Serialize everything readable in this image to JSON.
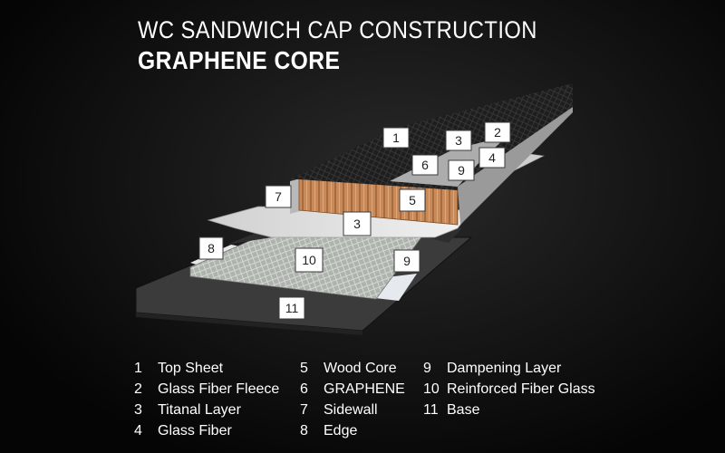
{
  "title": "WC SANDWICH CAP CONSTRUCTION",
  "subtitle": "GRAPHENE CORE",
  "callouts": [
    {
      "num": "1"
    },
    {
      "num": "2"
    },
    {
      "num": "3"
    },
    {
      "num": "4"
    },
    {
      "num": "5"
    },
    {
      "num": "6"
    },
    {
      "num": "7"
    },
    {
      "num": "8"
    },
    {
      "num": "9"
    },
    {
      "num": "10"
    },
    {
      "num": "11"
    },
    {
      "num": "3"
    },
    {
      "num": "9"
    }
  ],
  "legend": [
    [
      {
        "num": "1",
        "label": "Top Sheet"
      },
      {
        "num": "2",
        "label": "Glass Fiber Fleece"
      },
      {
        "num": "3",
        "label": "Titanal Layer"
      },
      {
        "num": "4",
        "label": "Glass Fiber"
      }
    ],
    [
      {
        "num": "5",
        "label": "Wood Core"
      },
      {
        "num": "6",
        "label": "GRAPHENE"
      },
      {
        "num": "7",
        "label": "Sidewall"
      },
      {
        "num": "8",
        "label": "Edge"
      }
    ],
    [
      {
        "num": "9",
        "label": "Dampening Layer"
      },
      {
        "num": "10",
        "label": "Reinforced Fiber Glass"
      },
      {
        "num": "11",
        "label": "Base"
      }
    ]
  ],
  "colors": {
    "top_sheet": "#2b2b2b",
    "wood_core": "#c98a5a",
    "graphene": "#e07820",
    "titanal": "#d8d8d8",
    "fiber_glass": "#b9beb8",
    "base": "#3a3a3a",
    "edge": "#e8e8e8",
    "dampening": "#e6eaee"
  }
}
